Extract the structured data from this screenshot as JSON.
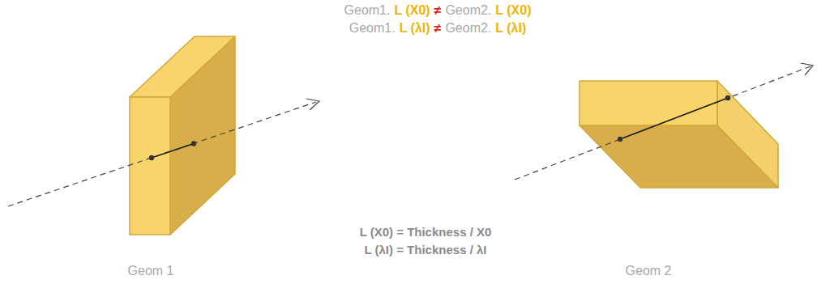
{
  "diagram": {
    "labels": [
      "Geom1.",
      "L (X0)",
      "≠",
      "Geom2.",
      "L (X0)",
      "Geom1.",
      "L (λI)",
      "≠",
      "Geom2.",
      "L (λI)",
      "L (X0) = Thickness / X0",
      "L (λI) = Thickness / λI",
      "Geom 1",
      "Geom 2"
    ]
  }
}
